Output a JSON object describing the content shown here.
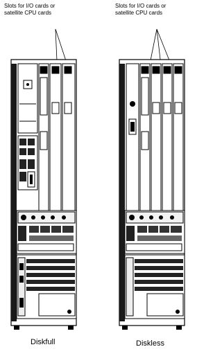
{
  "left_unit": {
    "callout_line1": "Slots for I/O cards or",
    "callout_line2": "satellite CPU cards",
    "caption": "Diskfull"
  },
  "right_unit": {
    "callout_line1": "Slots for I/O cards or",
    "callout_line2": "satellite CPU cards",
    "caption": "Diskless"
  }
}
